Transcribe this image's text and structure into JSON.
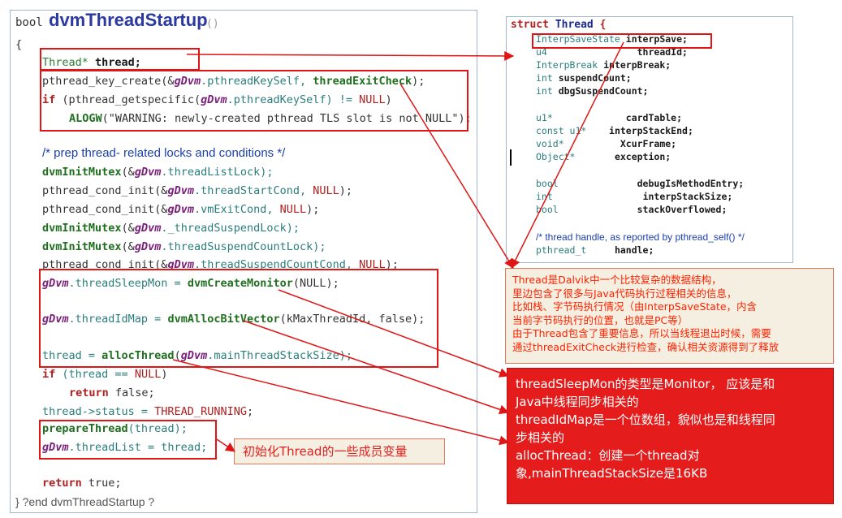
{
  "code": {
    "func_type": "bool",
    "func_name": "dvmThreadStartup",
    "parens": "()",
    "open_brace": "{",
    "end_line": "} ?end dvmThreadStartup ?",
    "line_thread_decl_type": "Thread* ",
    "line_thread_decl_var": "thread;",
    "line_key_create_a": "pthread_key_create(&",
    "line_key_create_gdvm": "gDvm",
    "line_key_create_b": ".pthreadKeySelf, ",
    "line_key_create_fn": "threadExitCheck",
    "line_key_create_c": ");",
    "line_if_kw": "if",
    "line_if_a": " (pthread_getspecific(",
    "line_if_gdvm": "gDvm",
    "line_if_b": ".pthreadKeySelf) != ",
    "line_if_null": "NULL",
    "line_if_c": ")",
    "line_alogw_fn": "ALOGW",
    "line_alogw_str": "(\"WARNING: newly-created pthread TLS slot is not NULL\");",
    "comment_prep": "/* prep thread- related locks and conditions */",
    "l_init1_fn": "dvmInitMutex",
    "l_init1_a": "(&",
    "l_init1_g": "gDvm",
    "l_init1_b": ".threadListLock);",
    "l_cond1_a": "pthread_cond_init(&",
    "l_cond1_g": "gDvm",
    "l_cond1_b": ".threadStartCond, ",
    "l_cond1_null": "NULL",
    "l_cond1_c": ");",
    "l_cond2_a": "pthread_cond_init(&",
    "l_cond2_g": "gDvm",
    "l_cond2_b": ".vmExitCond, ",
    "l_cond2_null": "NULL",
    "l_cond2_c": ");",
    "l_init2_fn": "dvmInitMutex",
    "l_init2_a": "(&",
    "l_init2_g": "gDvm",
    "l_init2_b": "._threadSuspendLock);",
    "l_init3_fn": "dvmInitMutex",
    "l_init3_a": "(&",
    "l_init3_g": "gDvm",
    "l_init3_b": ".threadSuspendCountLock);",
    "l_cond3_a": "pthread_cond_init(&",
    "l_cond3_g": "gDvm",
    "l_cond3_b": ".threadSuspendCountCond, ",
    "l_cond3_null": "NULL",
    "l_cond3_c": ");",
    "l_mon_g": "gDvm",
    "l_mon_a": ".threadSleepMon = ",
    "l_mon_fn": "dvmCreateMonitor",
    "l_mon_b": "(NULL);",
    "l_bv_g": "gDvm",
    "l_bv_a": ".threadIdMap = ",
    "l_bv_fn": "dvmAllocBitVector",
    "l_bv_b": "(kMaxThreadId, false);",
    "l_alloc_a": "thread = ",
    "l_alloc_fn": "allocThread",
    "l_alloc_b": "(",
    "l_alloc_g": "gDvm",
    "l_alloc_c": ".mainThreadStackSize);",
    "l_if2_kw": "if",
    "l_if2_a": " (thread == ",
    "l_if2_null": "NULL",
    "l_if2_b": ")",
    "l_ret1_kw": "return",
    "l_ret1_a": " false;",
    "l_status_a": "thread->status = ",
    "l_status_b": "THREAD_RUNNING",
    "l_status_c": ";",
    "l_prep_fn": "prepareThread",
    "l_prep_a": "(thread);",
    "l_list_g": "gDvm",
    "l_list_a": ".threadList = thread;",
    "l_ret2_kw": "return",
    "l_ret2_a": " true;"
  },
  "struct": {
    "s_kw": "struct",
    "s_name": "Thread",
    "s_brace": " {",
    "fields": [
      {
        "type": "InterpSaveState ",
        "name": "interpSave;"
      },
      {
        "type": "u4                ",
        "name": "threadId;"
      },
      {
        "type": "InterpBreak ",
        "name": "interpBreak;"
      },
      {
        "type": "int ",
        "name": "suspendCount;"
      },
      {
        "type": "int ",
        "name": "dbgSuspendCount;"
      },
      {
        "type": "u1*             ",
        "name": "cardTable;"
      },
      {
        "type": "const u1*    ",
        "name": "interpStackEnd;"
      },
      {
        "type": "void*          ",
        "name": "XcurFrame;"
      },
      {
        "type": "Object*       ",
        "name": "exception;"
      },
      {
        "type": "bool              ",
        "name": "debugIsMethodEntry;"
      },
      {
        "type": "int                ",
        "name": "interpStackSize;"
      },
      {
        "type": "bool              ",
        "name": "stackOverflowed;"
      }
    ],
    "comment": "/* thread handle, as reported by pthread_self() */",
    "last_type": "pthread_t     ",
    "last_name": "handle;"
  },
  "notes": {
    "note1_lines": [
      "Thread是Dalvik中一个比较复杂的数据结构，",
      "里边包含了很多与Java代码执行过程相关的信息，",
      "比如栈、字节码执行情况（由InterpSaveState，内含",
      "当前字节码执行的位置，也就是PC等）",
      "由于Thread包含了重要信息，所以当线程退出时候，需要",
      "通过threadExitCheck进行检查，确认相关资源得到了释放"
    ],
    "note2_lines": [
      "threadSleepMon的类型是Monitor， 应该是和",
      "Java中线程同步相关的",
      "threadIdMap是一个位数组，貌似也是和线程同",
      "步相关的",
      "allocThread：创建一个thread对",
      "象,mainThreadStackSize是16KB"
    ],
    "note3": "初始化Thread的一些成员变量"
  },
  "colors": {
    "highlight_box": "#e01515",
    "arrow": "#e01515",
    "note_bg": "#f5efe1",
    "note_red_bg": "#e51c1c"
  }
}
